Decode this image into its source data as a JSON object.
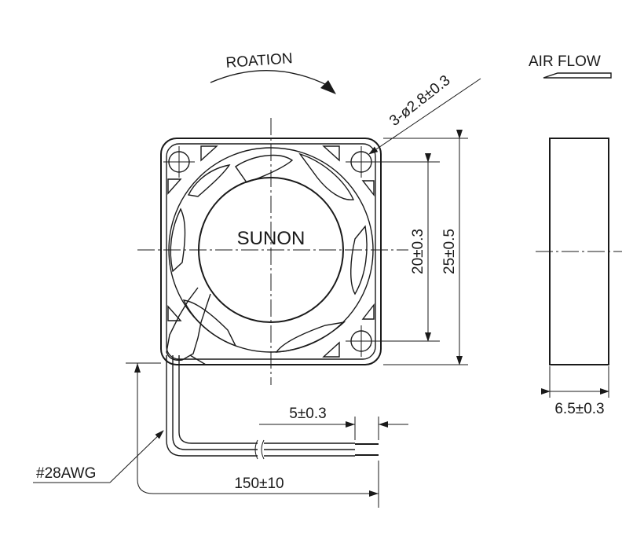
{
  "diagram": {
    "rotation_label": "ROATION",
    "airflow_label": "AIR FLOW",
    "hole_label": "3-ø2.8±0.3",
    "brand": "SUNON",
    "dim_hole_spacing": "20±0.3",
    "dim_frame": "25±0.5",
    "dim_thickness": "6.5±0.3",
    "dim_strip": "5±0.3",
    "wire_gauge": "#28AWG",
    "dim_lead_length": "150±10"
  }
}
